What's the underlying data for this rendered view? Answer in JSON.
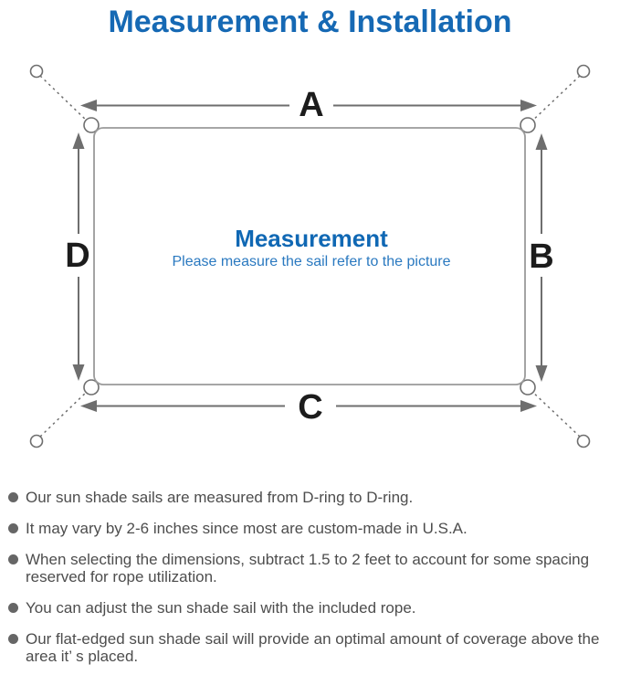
{
  "page": {
    "title": "Measurement & Installation"
  },
  "diagram": {
    "labels": {
      "top": "A",
      "right": "B",
      "bottom": "C",
      "left": "D"
    },
    "center": {
      "heading": "Measurement",
      "subtitle": "Please measure the sail refer to the picture"
    }
  },
  "bullets": [
    "Our sun shade sails are measured from D-ring to D-ring.",
    "It may vary by 2-6 inches since most are custom-made in U.S.A.",
    "When selecting the dimensions, subtract 1.5 to 2 feet to account for some spacing reserved for rope utilization.",
    "You can adjust the sun shade sail with the included rope.",
    "Our flat-edged sun shade sail will provide an optimal amount of coverage above the area it’ s placed."
  ],
  "colors": {
    "accent_blue": "#1669b4",
    "center_heading_blue": "#1068b4",
    "subtitle_blue": "#2a79c0",
    "diagram_line_gray": "#6e6e6e",
    "sail_outline_gray": "#9a9a9a",
    "dimension_label_black": "#1c1c1c",
    "body_text_gray": "#4d4d4d",
    "bullet_dot_gray": "#666666"
  }
}
